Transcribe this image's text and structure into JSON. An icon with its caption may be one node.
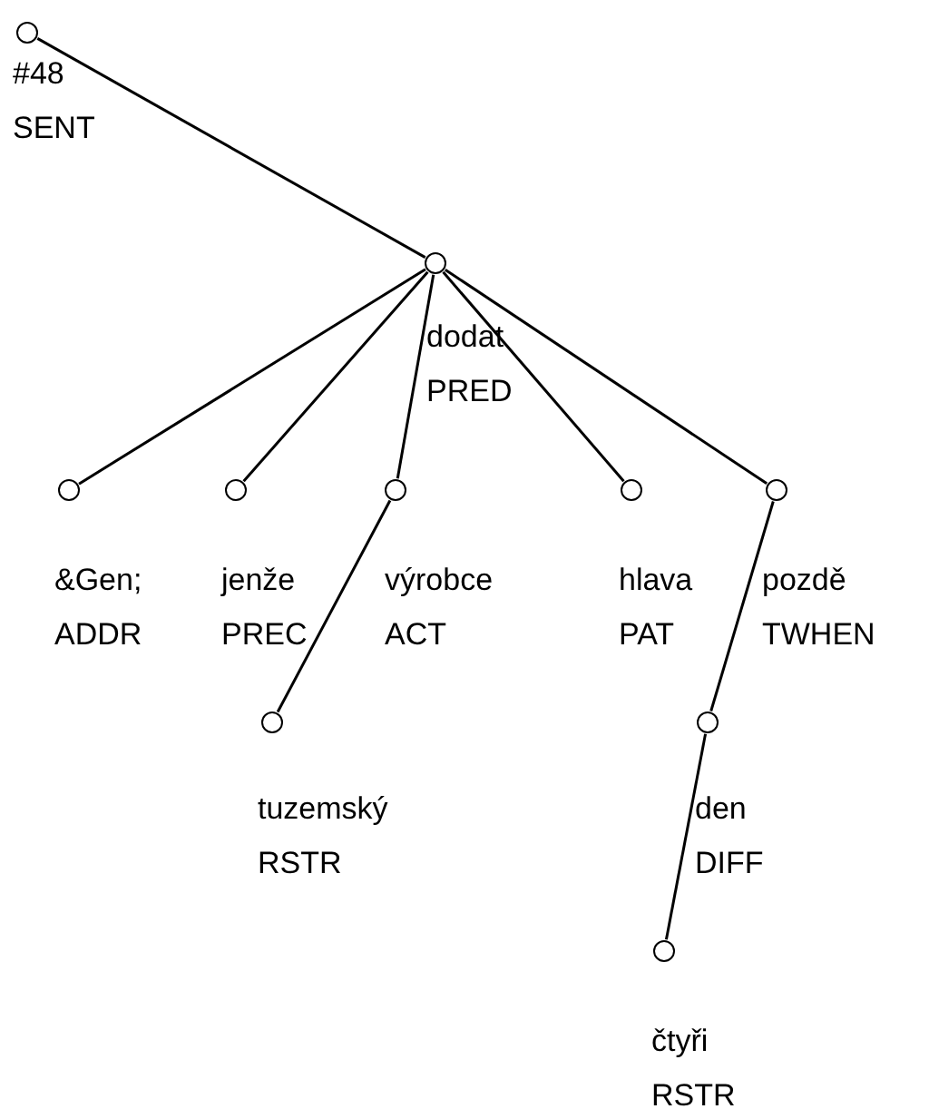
{
  "diagram": {
    "nodes": [
      {
        "text": [
          "#48",
          "SENT"
        ]
      },
      {
        "text": [
          "dodat",
          "PRED"
        ]
      },
      {
        "text": [
          "&Gen;",
          "ADDR"
        ]
      },
      {
        "text": [
          "jenže",
          "PREC"
        ]
      },
      {
        "text": [
          "výrobce",
          "ACT"
        ]
      },
      {
        "text": [
          "tuzemský",
          "RSTR"
        ]
      },
      {
        "text": [
          "hlava",
          "PAT"
        ]
      },
      {
        "text": [
          "pozdě",
          "TWHEN"
        ]
      },
      {
        "text": [
          "den",
          "DIFF"
        ]
      },
      {
        "text": [
          "čtyři",
          "RSTR"
        ]
      }
    ],
    "edges": [
      {
        "from": 0,
        "to": 1,
        "arrow": "none"
      },
      {
        "from": 1,
        "to": 2,
        "arrow": "none"
      },
      {
        "from": 1,
        "to": 3,
        "arrow": "none"
      },
      {
        "from": 1,
        "to": 4,
        "arrow": "none"
      },
      {
        "from": 4,
        "to": 5,
        "arrow": "none"
      },
      {
        "from": 1,
        "to": 6,
        "arrow": "none"
      },
      {
        "from": 1,
        "to": 7,
        "arrow": "none"
      },
      {
        "from": 7,
        "to": 8,
        "arrow": "none"
      },
      {
        "from": 8,
        "to": 9,
        "arrow": "none"
      }
    ]
  }
}
